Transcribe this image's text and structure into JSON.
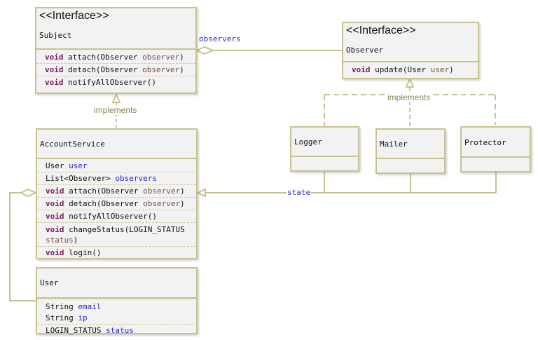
{
  "diagram": {
    "type": "UML class diagram",
    "colors": {
      "border": "#c8c291",
      "fill": "#f2f2f2",
      "keyword": "#7a1c5a",
      "param": "#7a4a4a",
      "field": "#2929c8",
      "relation_label": "#8a8455"
    },
    "classes": {
      "subject": {
        "stereotype": "<<Interface>>",
        "name": "Subject",
        "methods": [
          {
            "ret": "void",
            "sig": "attach(Observer ",
            "param": "observer",
            "end": ")"
          },
          {
            "ret": "void",
            "sig": "detach(Observer ",
            "param": "observer",
            "end": ")"
          },
          {
            "ret": "void",
            "sig": "notifyAllObserver()",
            "param": "",
            "end": ""
          }
        ]
      },
      "observer": {
        "stereotype": "<<Interface>>",
        "name": "Observer",
        "methods": [
          {
            "ret": "void",
            "sig": "update(User ",
            "param": "user",
            "end": ")"
          }
        ]
      },
      "account_service": {
        "name": "AccountService",
        "fields": [
          {
            "type": "User ",
            "name": "user"
          },
          {
            "type": "List<Observer> ",
            "name": "observers"
          }
        ],
        "methods": [
          {
            "ret": "void",
            "sig": "attach(Observer ",
            "param": "observer",
            "end": ")"
          },
          {
            "ret": "void",
            "sig": "detach(Observer ",
            "param": "observer",
            "end": ")"
          },
          {
            "ret": "void",
            "sig": "notifyAllObserver()",
            "param": "",
            "end": ""
          },
          {
            "ret": "void",
            "sig": "changeStatus(LOGIN_STATUS",
            "param2": "status",
            "end": ")"
          },
          {
            "ret": "void",
            "sig": "login()",
            "param": "",
            "end": ""
          }
        ]
      },
      "user": {
        "name": "User",
        "fields": [
          {
            "type": "String ",
            "name": "email"
          },
          {
            "type": "String ",
            "name": "ip"
          },
          {
            "type": "LOGIN_STATUS ",
            "name": "status"
          }
        ]
      },
      "logger": {
        "name": "Logger"
      },
      "mailer": {
        "name": "Mailer"
      },
      "protector": {
        "name": "Protector"
      }
    },
    "relations": {
      "observers_label": "observers",
      "state_label": "state",
      "implements_left": "implements",
      "implements_right": "implements"
    }
  }
}
